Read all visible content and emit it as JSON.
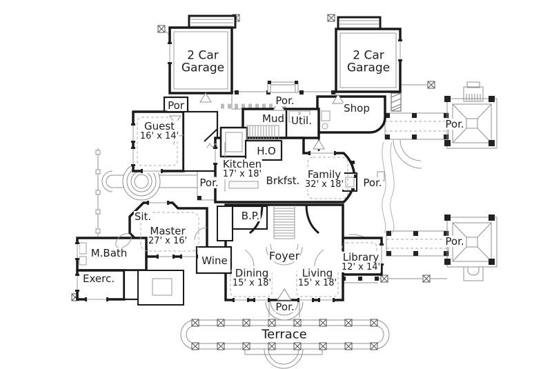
{
  "rooms": {
    "garage_left": {
      "line1": "2 Car",
      "line2": "Garage"
    },
    "garage_right": {
      "line1": "2 Car",
      "line2": "Garage"
    },
    "shop": {
      "name": "Shop"
    },
    "guest": {
      "name": "Guest",
      "dims": "16' x 14'"
    },
    "mud": {
      "name": "Mud"
    },
    "util": {
      "name": "Util."
    },
    "home_office": {
      "name": "H.O"
    },
    "kitchen": {
      "name": "Kitchen",
      "dims": "17' x 18'"
    },
    "brkfst": {
      "name": "Brkfst."
    },
    "family": {
      "name": "Family",
      "dims": "32' x 18'"
    },
    "sit": {
      "name": "Sit."
    },
    "master": {
      "name": "Master",
      "dims": "27' x 16'"
    },
    "mbath": {
      "name": "M.Bath"
    },
    "exerc": {
      "name": "Exerc."
    },
    "wine": {
      "name": "Wine"
    },
    "bp": {
      "name": "B.P."
    },
    "foyer": {
      "name": "Foyer"
    },
    "dining": {
      "name": "Dining",
      "dims": "15' x 18'"
    },
    "living": {
      "name": "Living",
      "dims": "15' x 18'"
    },
    "library": {
      "name": "Library",
      "dims": "12' x 14'"
    },
    "terrace": {
      "name": "Terrace"
    }
  },
  "porches": {
    "top_left": "Por",
    "top_center": "Por.",
    "kitchen_west": "Por.",
    "family_east": "Por.",
    "pavilion_top": "Por.",
    "pavilion_bottom": "Por.",
    "entry": "Por."
  },
  "colors": {
    "wall": "#1a1a1a",
    "detail": "#8f8f8f",
    "text": "#1c1c1c",
    "background": "#ffffff"
  }
}
